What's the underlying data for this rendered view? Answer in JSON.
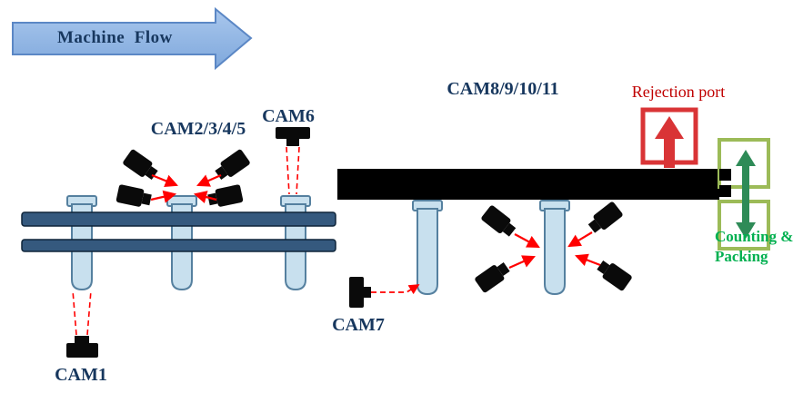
{
  "machine_flow": {
    "label": "Machine  Flow"
  },
  "labels": {
    "cam2345": "CAM2/3/4/5",
    "cam6": "CAM6",
    "cam8_11": "CAM8/9/10/11",
    "cam7": "CAM7",
    "cam1": "CAM1",
    "rejection_port": "Rejection port",
    "counting_packing": "Counting &\nPacking"
  },
  "colors": {
    "label_blue": "#17375E",
    "flow_arrow_fill": "#8FB4E3",
    "flow_arrow_border": "#5B87C5",
    "conveyor_rail_blue": "#35597E",
    "conveyor_black": "#000000",
    "tube_fill": "#C8E0EE",
    "tube_stroke": "#55809F",
    "camera_black": "#0A0A0A",
    "laser_red": "#FF0000",
    "rejection_red": "#D93436",
    "packing_green_border": "#9CBB58",
    "counting_text_green": "#00B050",
    "transfer_arrow_green": "#2E8B57"
  },
  "icons": {
    "machine_flow_arrow": "right-block-arrow-icon",
    "inspection_cameras": "camera-icon",
    "laser_beams": "red-dashed-beam",
    "rejection_arrow": "up-block-arrow-icon",
    "transfer_arrow": "vertical-double-arrow-icon"
  }
}
